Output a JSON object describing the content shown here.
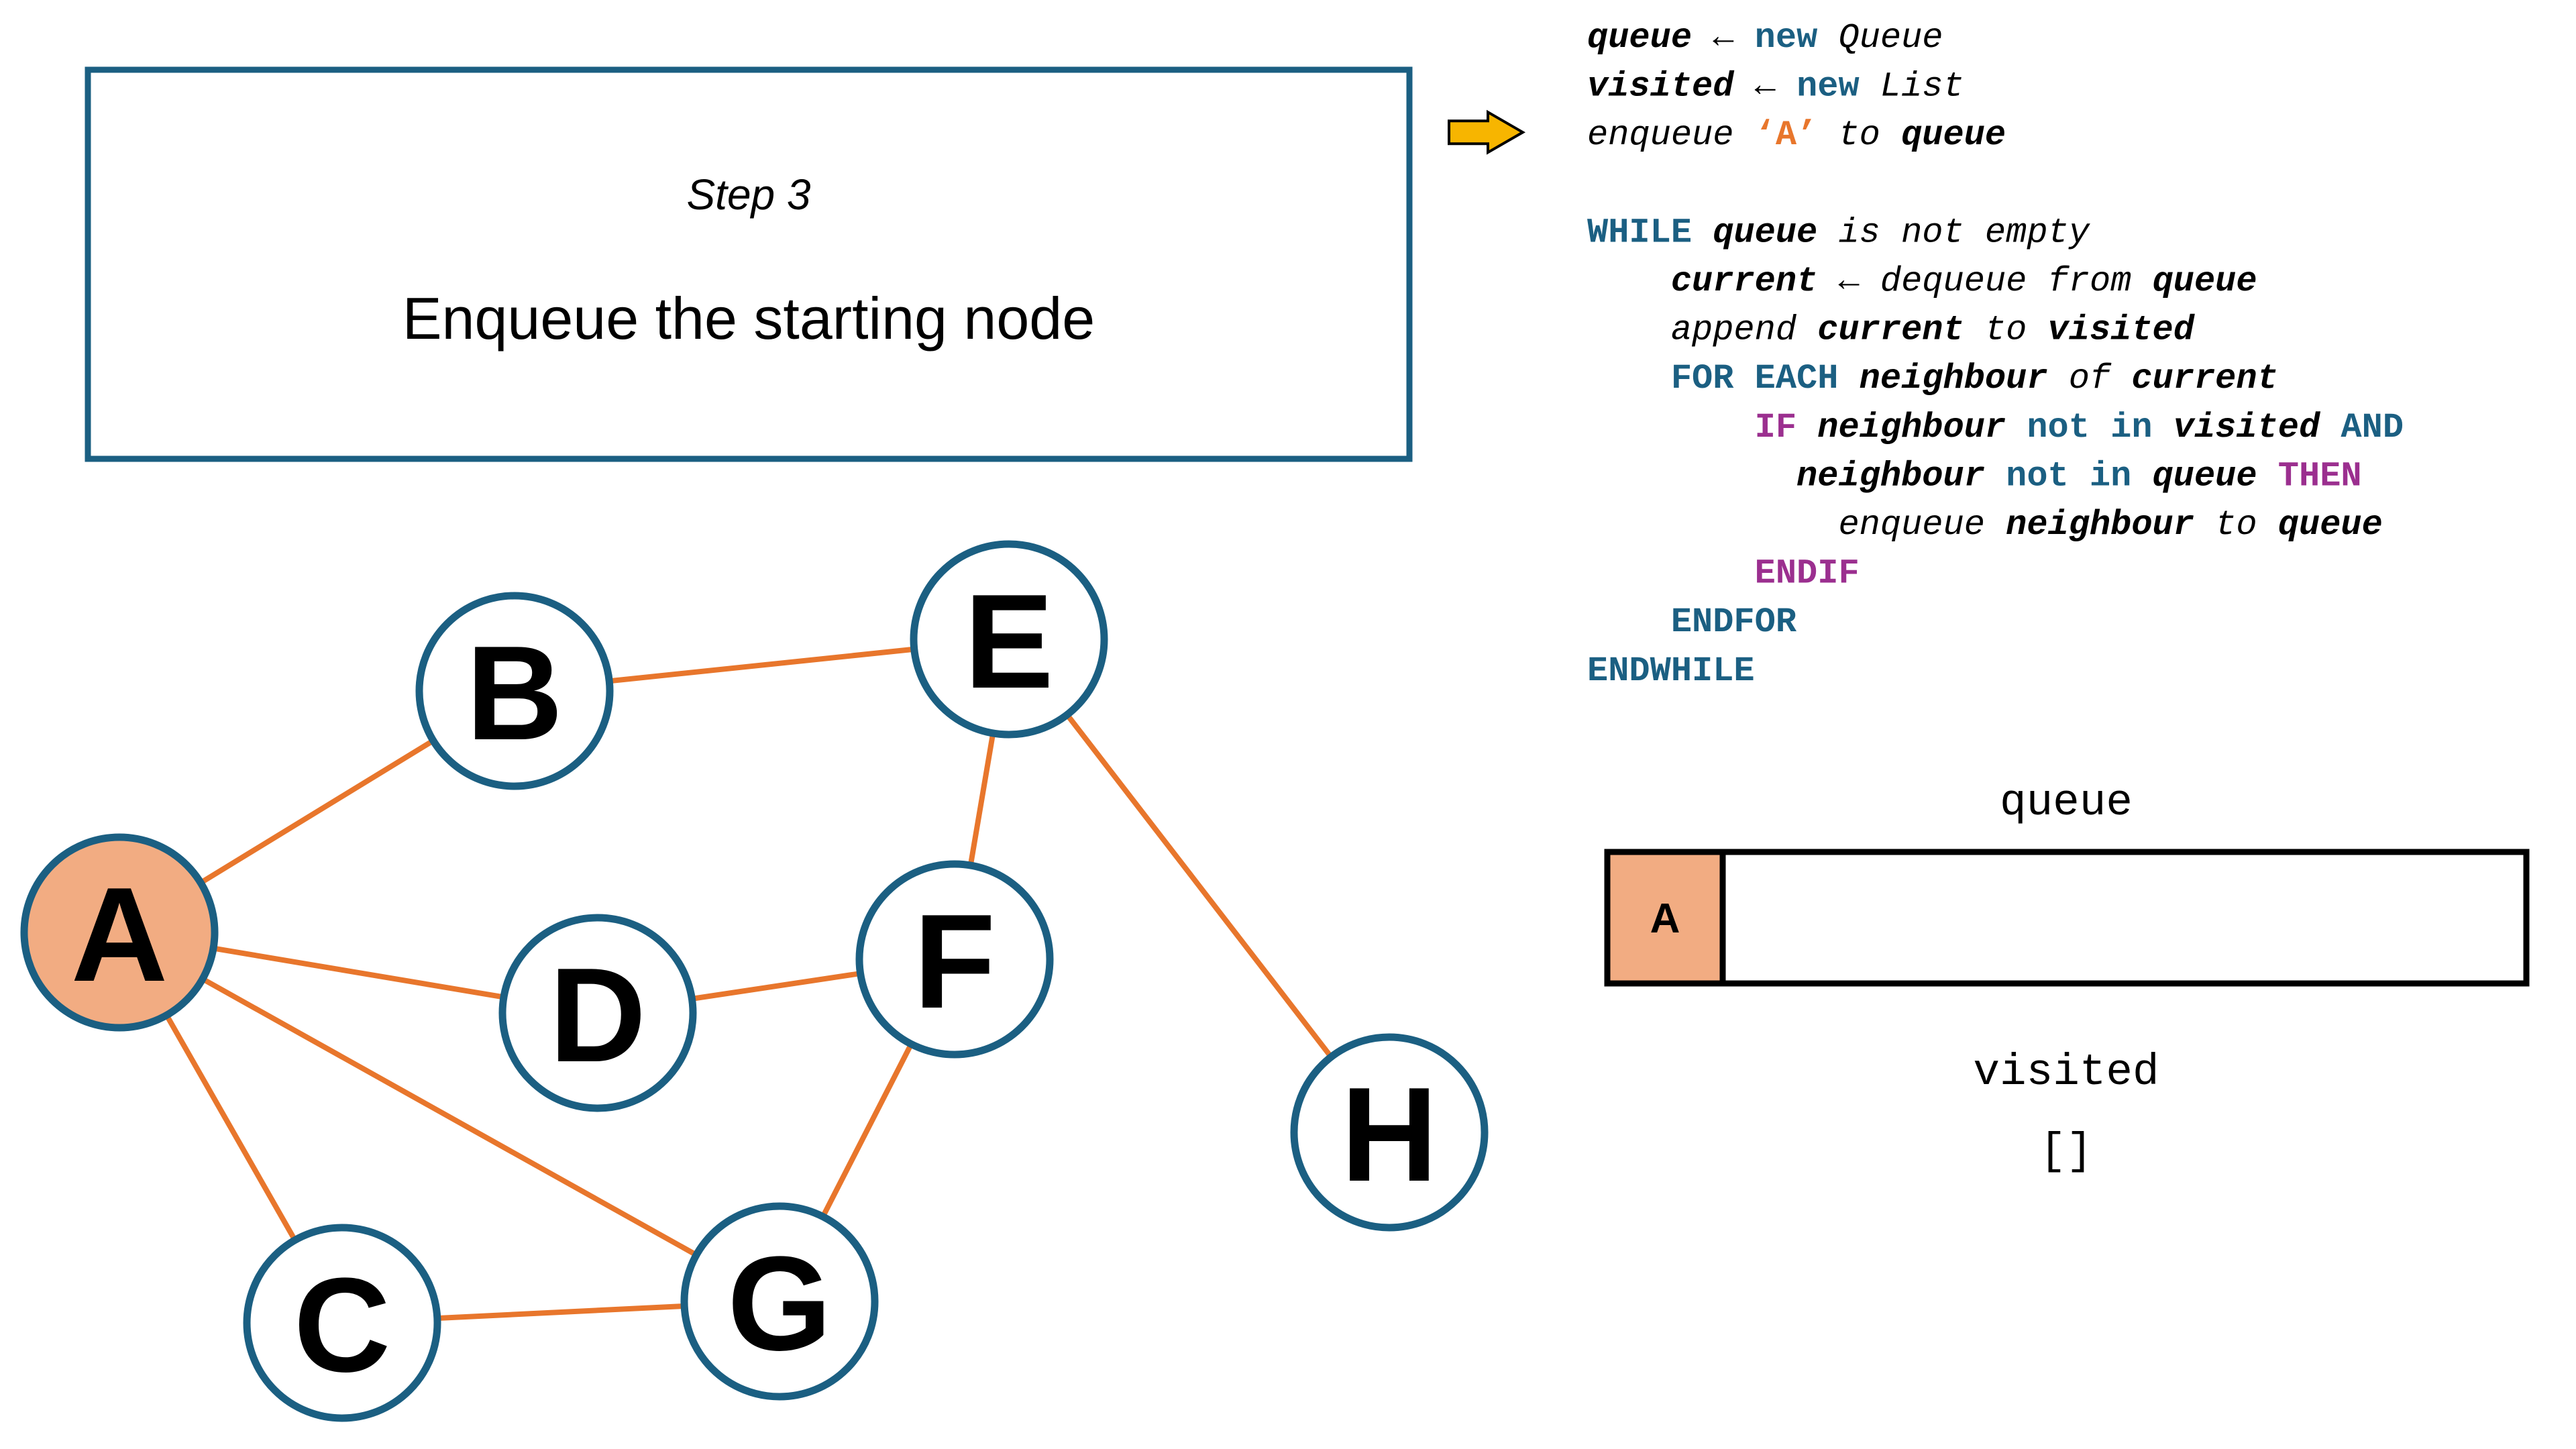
{
  "step": {
    "label": "Step 3",
    "description": "Enqueue the starting node"
  },
  "colors": {
    "node_border": "#1B5F82",
    "edge": "#E8762C",
    "highlight_fill": "#F2AC82",
    "keyword_teal": "#1B5F82",
    "keyword_purple": "#9B2F8F",
    "string_orange": "#E8762C",
    "arrow_fill": "#F7B500"
  },
  "graph": {
    "nodes": [
      {
        "id": "A",
        "label": "A",
        "highlighted": true
      },
      {
        "id": "B",
        "label": "B",
        "highlighted": false
      },
      {
        "id": "C",
        "label": "C",
        "highlighted": false
      },
      {
        "id": "D",
        "label": "D",
        "highlighted": false
      },
      {
        "id": "E",
        "label": "E",
        "highlighted": false
      },
      {
        "id": "F",
        "label": "F",
        "highlighted": false
      },
      {
        "id": "G",
        "label": "G",
        "highlighted": false
      },
      {
        "id": "H",
        "label": "H",
        "highlighted": false
      }
    ],
    "edges": [
      [
        "A",
        "B"
      ],
      [
        "A",
        "D"
      ],
      [
        "A",
        "C"
      ],
      [
        "A",
        "G"
      ],
      [
        "B",
        "E"
      ],
      [
        "E",
        "F"
      ],
      [
        "E",
        "H"
      ],
      [
        "D",
        "F"
      ],
      [
        "F",
        "G"
      ],
      [
        "C",
        "G"
      ]
    ]
  },
  "pseudocode": {
    "current_line": 2,
    "lines": [
      [
        {
          "t": "queue",
          "s": "bi"
        },
        {
          "t": " ← ",
          "s": "n"
        },
        {
          "t": "new",
          "s": "kw"
        },
        {
          "t": " Queue",
          "s": "i"
        }
      ],
      [
        {
          "t": "visited",
          "s": "bi"
        },
        {
          "t": " ← ",
          "s": "n"
        },
        {
          "t": "new",
          "s": "kw"
        },
        {
          "t": " List",
          "s": "i"
        }
      ],
      [
        {
          "t": "enqueue ",
          "s": "i"
        },
        {
          "t": "‘A’",
          "s": "str"
        },
        {
          "t": " to ",
          "s": "i"
        },
        {
          "t": "queue",
          "s": "bi"
        }
      ],
      [],
      [
        {
          "t": "WHILE ",
          "s": "kw"
        },
        {
          "t": "queue",
          "s": "bi"
        },
        {
          "t": " is not empty",
          "s": "i"
        }
      ],
      [
        {
          "t": "    current",
          "s": "bi"
        },
        {
          "t": " ← ",
          "s": "n"
        },
        {
          "t": "dequeue from ",
          "s": "i"
        },
        {
          "t": "queue",
          "s": "bi"
        }
      ],
      [
        {
          "t": "    append ",
          "s": "i"
        },
        {
          "t": "current",
          "s": "bi"
        },
        {
          "t": " to ",
          "s": "i"
        },
        {
          "t": "visited",
          "s": "bi"
        }
      ],
      [
        {
          "t": "    FOR EACH ",
          "s": "kw"
        },
        {
          "t": "neighbour",
          "s": "bi"
        },
        {
          "t": " of ",
          "s": "i"
        },
        {
          "t": "current",
          "s": "bi"
        }
      ],
      [
        {
          "t": "        IF ",
          "s": "kw2"
        },
        {
          "t": "neighbour",
          "s": "bi"
        },
        {
          "t": " not in ",
          "s": "kw"
        },
        {
          "t": "visited",
          "s": "bi"
        },
        {
          "t": " AND",
          "s": "kw"
        }
      ],
      [
        {
          "t": "          neighbour",
          "s": "bi"
        },
        {
          "t": " not in ",
          "s": "kw"
        },
        {
          "t": "queue",
          "s": "bi"
        },
        {
          "t": " THEN",
          "s": "kw2"
        }
      ],
      [
        {
          "t": "            enqueue ",
          "s": "i"
        },
        {
          "t": "neighbour",
          "s": "bi"
        },
        {
          "t": " to ",
          "s": "i"
        },
        {
          "t": "queue",
          "s": "bi"
        }
      ],
      [
        {
          "t": "        ENDIF",
          "s": "kw2"
        }
      ],
      [
        {
          "t": "    ENDFOR",
          "s": "kw"
        }
      ],
      [
        {
          "t": "ENDWHILE",
          "s": "kw"
        }
      ]
    ]
  },
  "queue": {
    "label": "queue",
    "items": [
      "A"
    ]
  },
  "visited": {
    "label": "visited",
    "value": "[]"
  }
}
